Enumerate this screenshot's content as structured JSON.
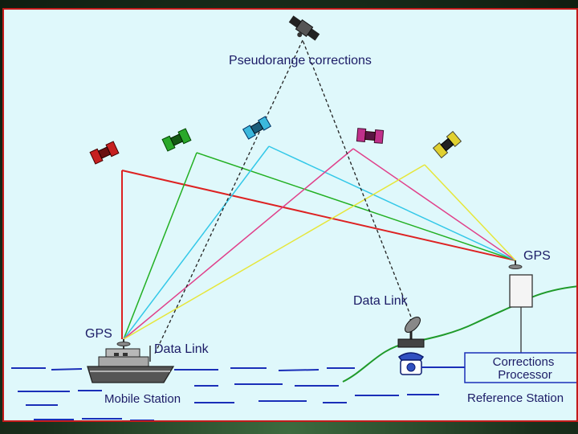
{
  "labels": {
    "pseudorange": "Pseudorange corrections",
    "gps_reference": "GPS",
    "gps_mobile": "GPS",
    "data_link_station": "Data Link",
    "data_link_mobile": "Data Link",
    "corrections_line1": "Corrections",
    "corrections_line2": "Processor",
    "reference_station": "Reference Station",
    "mobile_station": "Mobile Station"
  },
  "colors": {
    "panel_bg": "#dff8fb",
    "border": "#c21a1a",
    "red_signal": "#dd2222",
    "green_signal": "#22b022",
    "cyan_signal": "#33c8e8",
    "magenta_signal": "#e0408a",
    "yellow_signal": "#e6e63a",
    "hill": "#1f9a2a",
    "water": "#1a2fb8"
  }
}
